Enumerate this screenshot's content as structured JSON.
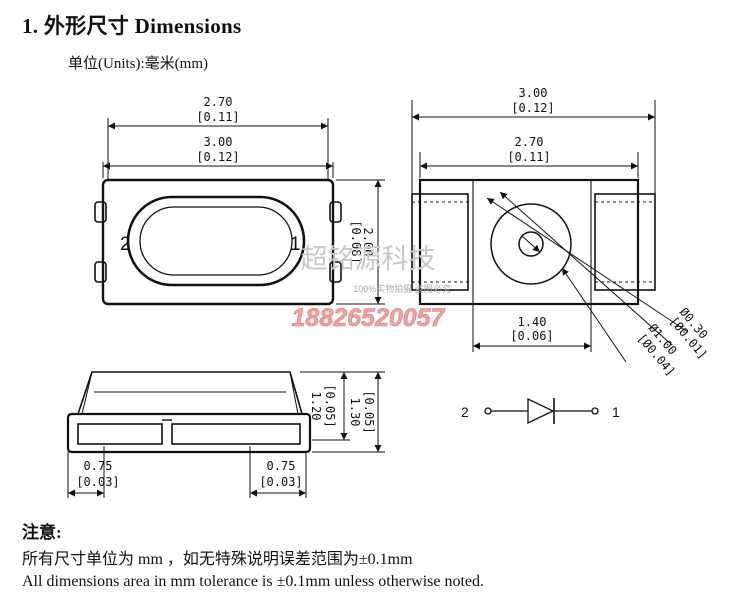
{
  "header": {
    "title": "1.  外形尺寸 Dimensions",
    "units": "单位(Units):毫米(mm)"
  },
  "top_view": {
    "dim_inner_width": "2.70",
    "dim_inner_width_in": "[0.11]",
    "dim_outer_width": "3.00",
    "dim_outer_width_in": "[0.12]",
    "dim_height": "2.00",
    "dim_height_in": "[0.08]",
    "pin_left": "2",
    "pin_right": "1"
  },
  "bottom_view": {
    "dim_outer_width": "3.00",
    "dim_outer_width_in": "[0.12]",
    "dim_inner_width": "2.70",
    "dim_inner_width_in": "[0.11]",
    "dim_pad_gap": "1.40",
    "dim_pad_gap_in": "[0.06]",
    "dim_small_dia": "Ø0.30",
    "dim_small_dia_in": "[Ø0.01]",
    "dim_large_dia": "Ø1.00",
    "dim_large_dia_in": "[Ø0.04]"
  },
  "side_view": {
    "dim_height_a": "1.20",
    "dim_height_a_in": "[0.05]",
    "dim_height_b": "1.30",
    "dim_height_b_in": "[0.05]",
    "dim_pad_left": "0.75",
    "dim_pad_left_in": "[0.03]",
    "dim_pad_right": "0.75",
    "dim_pad_right_in": "[0.03]"
  },
  "schematic": {
    "pin_left": "2",
    "pin_right": "1"
  },
  "watermark": {
    "company": "超铭源科技",
    "tagline": "100%实物拍摄 盗图必究",
    "phone": "18826520057",
    "phone_color": "#f0a0a0",
    "company_color": "#c8c8c8"
  },
  "notes": {
    "title": "注意:",
    "line_cn": "所有尺寸单位为 mm ，如无特殊说明误差范围为±0.1mm",
    "line_en": "All dimensions area in mm tolerance is ±0.1mm unless otherwise noted."
  }
}
